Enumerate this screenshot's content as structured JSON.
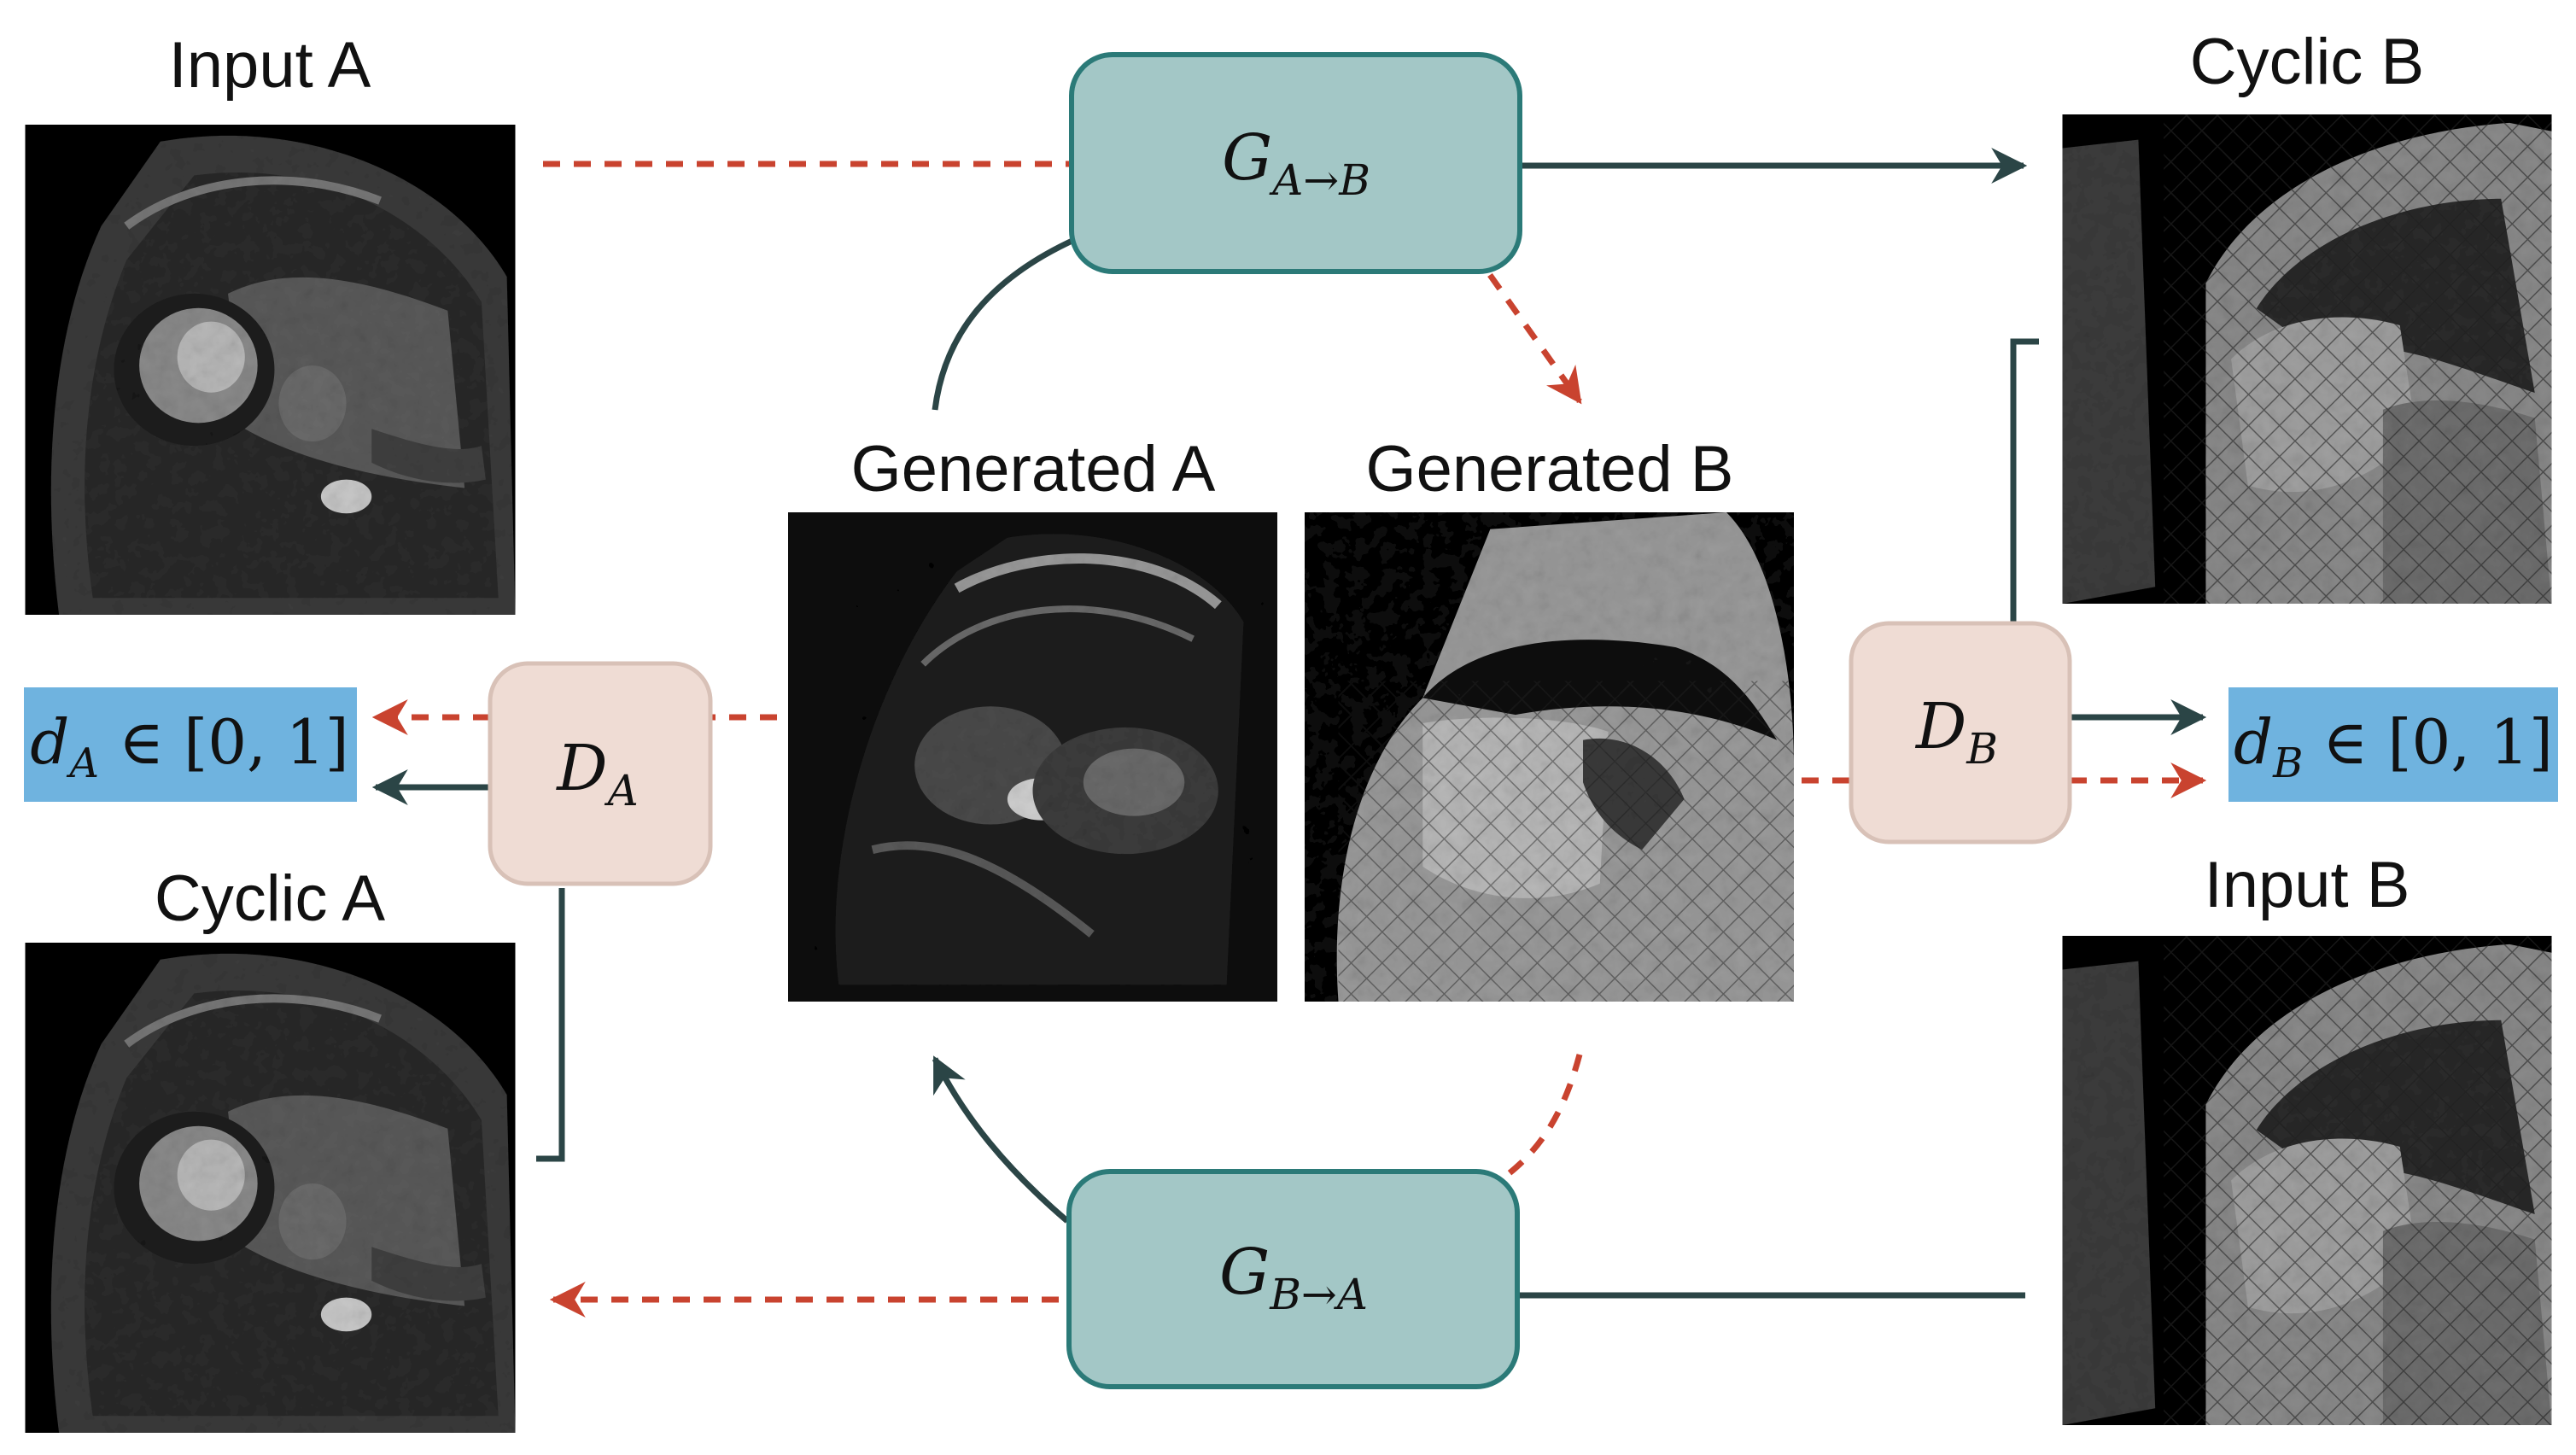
{
  "labels": {
    "input_a": "Input A",
    "cyclic_b": "Cyclic B",
    "generated_a": "Generated A",
    "generated_b": "Generated B",
    "cyclic_a": "Cyclic A",
    "input_b": "Input B"
  },
  "generators": {
    "a_to_b": {
      "symbol": "G",
      "sub": "A→B"
    },
    "b_to_a": {
      "symbol": "G",
      "sub": "B→A"
    }
  },
  "discriminators": {
    "a": {
      "symbol": "D",
      "sub": "A"
    },
    "b": {
      "symbol": "D",
      "sub": "B"
    }
  },
  "outputs": {
    "a": {
      "symbol": "d",
      "sub": "A",
      "rest": " ∈ [0, 1]"
    },
    "b": {
      "symbol": "d",
      "sub": "B",
      "rest": " ∈ [0, 1]"
    }
  },
  "colors": {
    "generator_fill": "#a3c7c6",
    "generator_stroke": "#2b7a78",
    "discriminator_fill": "#efdcd4",
    "discriminator_stroke": "#d8c1b7",
    "output_fill": "#6fb3df",
    "solid_arrow": "#2b4546",
    "dashed_arrow": "#c9432f"
  }
}
